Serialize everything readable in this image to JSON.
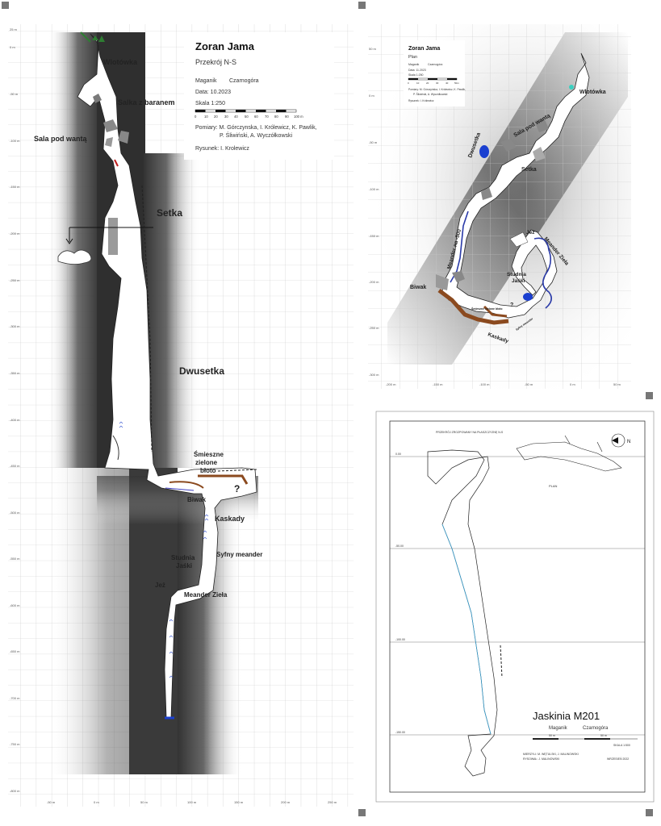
{
  "section": {
    "title": "Zoran Jama",
    "subtitle": "Przekrój N-S",
    "region": "Maganik",
    "country": "Czarnogóra",
    "date": "Data: 10.2023",
    "scale": "Skala 1:250",
    "scale_ticks": [
      "0",
      "10",
      "20",
      "30",
      "40",
      "50",
      "60",
      "70",
      "80",
      "90",
      "100 m"
    ],
    "surveyors_line1": "Pomiary: M. Górczynska, I. Królewicz, K. Pawlik,",
    "surveyors_line2": "P. Śliwiński, A. Wyczółkowski",
    "drawing": "Rysunek: I. Krolewicz",
    "labels": {
      "wlotowka": "Wlotówka",
      "salka": "Salka z baranem",
      "sala": "Sala pod wantą",
      "setka": "Setka",
      "dwusetka": "Dwusetka",
      "smieszne": "Śmieszne",
      "zielone": "zielone",
      "bloto": "błoto",
      "biwak": "Biwak",
      "kaskady": "Kaskady",
      "studnia1": "Studnia",
      "studnia2": "Jaśki",
      "syfny": "Syfny meander",
      "jez": "Jeż",
      "meander": "Meander Zieła",
      "q": "?"
    },
    "y_ticks": [
      "25 m",
      "0 m",
      "-50 m",
      "-100 m",
      "-150 m",
      "-200 m",
      "-250 m",
      "-300 m",
      "-350 m",
      "-400 m",
      "-450 m",
      "-500 m",
      "-550 m",
      "-600 m",
      "-650 m",
      "-700 m",
      "-750 m",
      "-800 m"
    ],
    "x_ticks": [
      "-50 m",
      "0 m",
      "50 m",
      "100 m",
      "150 m",
      "200 m",
      "250 m"
    ]
  },
  "plan": {
    "title": "Zoran Jama",
    "subtitle": "Plan",
    "region": "Maganik",
    "country": "Czarnogóra",
    "date": "Data: 11.2023",
    "scale": "Skala 1:250",
    "scale_ticks": [
      "0",
      "10",
      "20",
      "30",
      "40",
      "50m"
    ],
    "surveyors_line1": "Pomiary: M. Górczyńska, I. Królewicz, K. Pawlik,",
    "surveyors_line2": "P. Śliwiński, A. Wyczółkowski",
    "drawing": "Rysunek: I. Królewicz",
    "labels": {
      "wlotowka": "Wlotówka",
      "sala": "Sala pod wantą",
      "dwusetka": "Dwusetka",
      "setka": "Setka",
      "meander500": "Meander na -500",
      "jez": "Jeż",
      "meanderZiela": "Meander Zieła",
      "studnia1": "Studnia",
      "studnia2": "Jaśki",
      "biwak": "Biwak",
      "smieszne": "Śmieszne zielone błoto",
      "kaskady": "Kaskady",
      "syfny": "Syfny meander",
      "q": "?"
    },
    "y_ticks": [
      "50 m",
      "0 m",
      "-50 m",
      "-100 m",
      "-150 m",
      "-200 m",
      "-250 m",
      "-300 m"
    ],
    "x_ticks": [
      "-200 m",
      "-150 m",
      "-100 m",
      "-50 m",
      "0 m",
      "50 m"
    ]
  },
  "m201": {
    "title": "Jaskinia M201",
    "region": "Maganik",
    "country": "Czarnogóra",
    "profile_heading": "PRZEKRÓJ ZROZPOWANY NA PŁASZCZYZNĘ N-S",
    "plan_label": "PLAN",
    "scale_text": "SKALA 1:500",
    "credits1": "MIERZYLI: M. WĘTULSKI, J. MALINOWSKI",
    "credits2": "RYSOWAŁ: J. MALINOWSKI",
    "date": "WRZESIEŃ 2022",
    "depths": [
      "0.00",
      "-50.00",
      "-100.00",
      "-150.00"
    ],
    "scale_ticks": [
      "50 m",
      "50 m"
    ],
    "north": "N"
  }
}
